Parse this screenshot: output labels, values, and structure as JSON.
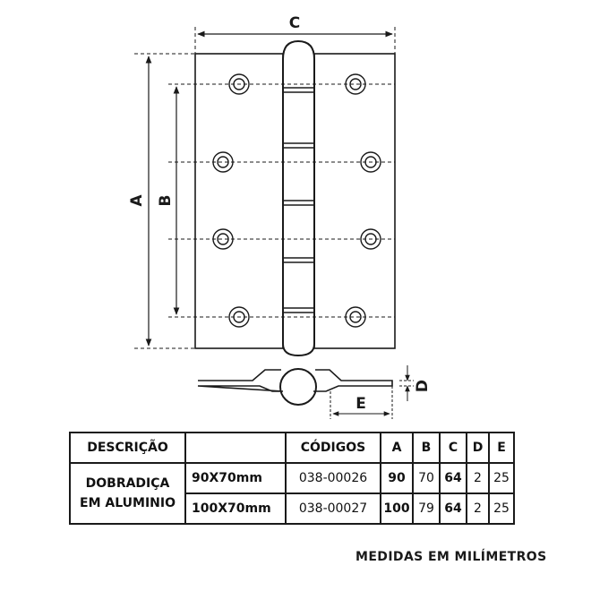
{
  "dimension_labels": {
    "a": "A",
    "b": "B",
    "c": "C",
    "d": "D",
    "e": "E"
  },
  "table": {
    "headers": [
      "DESCRIÇÃO",
      "",
      "CÓDIGOS",
      "A",
      "B",
      "C",
      "D",
      "E"
    ],
    "description_line1": "DOBRADIÇA",
    "description_line2": "EM ALUMINIO",
    "rows": [
      {
        "size": "90X70mm",
        "code": "038-00026",
        "a": "90",
        "b": "70",
        "c": "64",
        "d": "2",
        "e": "25"
      },
      {
        "size": "100X70mm",
        "code": "038-00027",
        "a": "100",
        "b": "79",
        "c": "64",
        "d": "2",
        "e": "25"
      }
    ]
  },
  "footnote": "MEDIDAS EM MILÍMETROS",
  "colors": {
    "line": "#1a1a1a",
    "background": "#ffffff"
  }
}
